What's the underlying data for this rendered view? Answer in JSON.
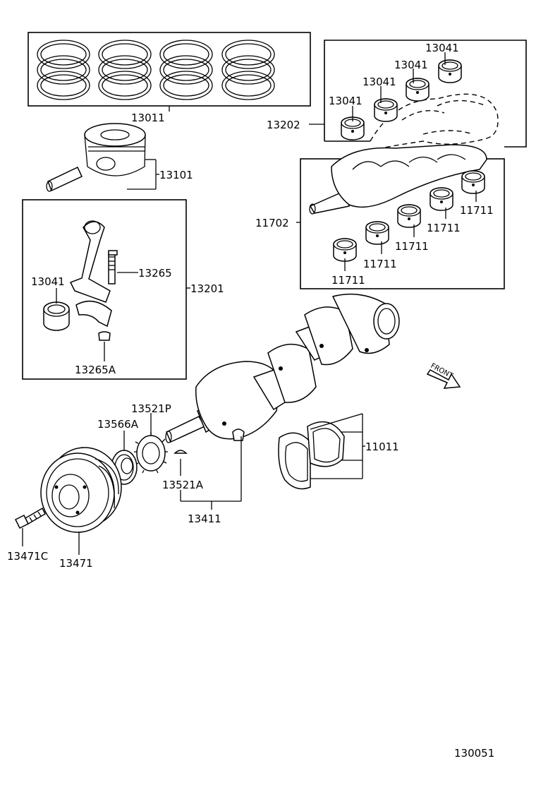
{
  "diagram_id": "130051",
  "front_label": "FRONT",
  "parts": {
    "piston_rings": "13011",
    "piston": "13101",
    "rod_bearing_left": "13041",
    "rod_bolt": "13265",
    "rod_nut": "13265A",
    "connecting_rod_set": "13201",
    "crank_bearing_set": "13202",
    "bearing_a": "13041",
    "bearing_b": "13041",
    "bearing_c": "13041",
    "bearing_d": "13041",
    "main_bearing_set": "11702",
    "main_bearing_1": "11711",
    "main_bearing_2": "11711",
    "main_bearing_3": "11711",
    "main_bearing_4": "11711",
    "main_bearing_5": "11711",
    "sprocket": "13521P",
    "seal": "13566A",
    "woodruff_key": "13521A",
    "crankshaft": "13411",
    "thrust_washers": "11011",
    "pulley_bolt": "13471C",
    "pulley": "13471"
  }
}
